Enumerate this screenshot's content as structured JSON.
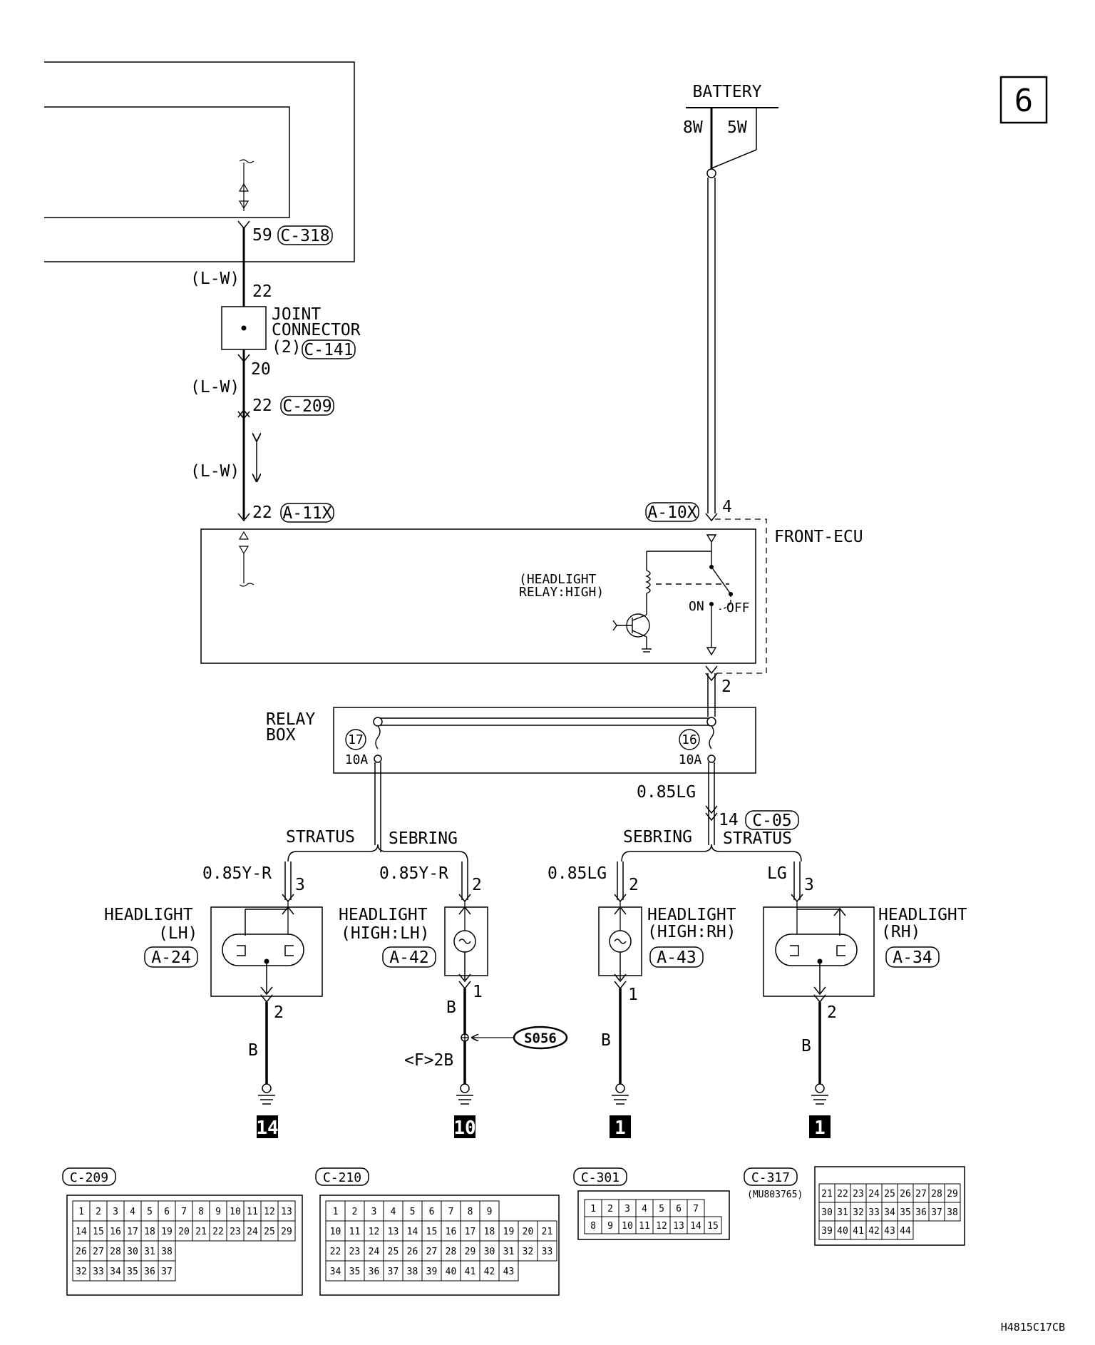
{
  "page": {
    "number": "6",
    "doc_code": "H4815C17CB"
  },
  "top": {
    "wire_pin_c318": "59",
    "conn_c318": "C-318",
    "wire_color_1": "(L-W)",
    "pin_in_jc": "22",
    "jc_line1": "JOINT",
    "jc_line2": "CONNECTOR",
    "jc_line3": "(2)",
    "conn_c141": "C-141",
    "pin_out_jc": "20",
    "wire_color_2": "(L-W)",
    "pin_c209": "22",
    "conn_c209": "C-209",
    "wire_color_3": "(L-W)",
    "pin_a11x": "22",
    "conn_a11x": "A-11X"
  },
  "battery": {
    "label": "BATTERY",
    "fuse_8w": "8W",
    "fuse_5w": "5W"
  },
  "ecu": {
    "conn_a10x": "A-10X",
    "pin_in": "4",
    "name": "FRONT-ECU",
    "relay_line1": "(HEADLIGHT",
    "relay_line2": "RELAY:HIGH)",
    "on": "ON",
    "off": "OFF",
    "pin_out": "2"
  },
  "relay_box": {
    "line1": "RELAY",
    "line2": "BOX",
    "fuse17": "17",
    "fuse16": "16",
    "amp17": "10A",
    "amp16": "10A"
  },
  "lg_wire": {
    "color": "0.85LG",
    "pin": "14",
    "conn": "C-05"
  },
  "variants": {
    "left_a": "STRATUS",
    "left_b": "SEBRING",
    "right_a": "SEBRING",
    "right_b": "STRATUS"
  },
  "lamps": [
    {
      "name1": "HEADLIGHT",
      "name2": "(LH)",
      "conn": "A-24",
      "in_color": "0.85Y-R",
      "in_pin": "3",
      "out_pin": "2",
      "out_color": "B",
      "ground": "14"
    },
    {
      "name1": "HEADLIGHT",
      "name2": "(HIGH:LH)",
      "conn": "A-42",
      "in_color": "0.85Y-R",
      "in_pin": "2",
      "out_pin": "1",
      "out_color": "B",
      "splice": "S056",
      "splice_note": "<F>2B",
      "ground": "10"
    },
    {
      "name1": "HEADLIGHT",
      "name2": "(HIGH:RH)",
      "conn": "A-43",
      "in_color": "0.85LG",
      "in_pin": "2",
      "out_pin": "1",
      "out_color": "B",
      "ground": "1"
    },
    {
      "name1": "HEADLIGHT",
      "name2": "(RH)",
      "conn": "A-34",
      "in_color": "LG",
      "in_pin": "3",
      "out_pin": "2",
      "out_color": "B",
      "ground": "1"
    }
  ],
  "connectors": [
    {
      "id": "C-209"
    },
    {
      "id": "C-210"
    },
    {
      "id": "C-301"
    },
    {
      "id": "C-317",
      "part": "(MU803765)"
    }
  ],
  "c209_rows": [
    [
      "1",
      "2",
      "3",
      "4",
      "5",
      "6",
      "7",
      "8",
      "9",
      "10",
      "11",
      "12",
      "13"
    ],
    [
      "14",
      "15",
      "16",
      "17",
      "18",
      "19",
      "20",
      "21",
      "22",
      "23",
      "24",
      "25",
      "29"
    ],
    [
      "26",
      "27",
      "28",
      "30",
      "31",
      "38"
    ],
    [
      "32",
      "33",
      "34",
      "35",
      "36",
      "37"
    ]
  ],
  "c210_rows": [
    [
      "1",
      "2",
      "3",
      "4",
      "5",
      "6",
      "7",
      "8",
      "9"
    ],
    [
      "10",
      "11",
      "12",
      "13",
      "14",
      "15",
      "16",
      "17",
      "18",
      "19",
      "20",
      "21"
    ],
    [
      "22",
      "23",
      "24",
      "25",
      "26",
      "27",
      "28",
      "29",
      "30",
      "31",
      "32",
      "33"
    ],
    [
      "34",
      "35",
      "36",
      "37",
      "38",
      "39",
      "40",
      "41",
      "42",
      "43"
    ]
  ],
  "c301_rows": [
    [
      "1",
      "2",
      "3",
      "4",
      "5",
      "6",
      "7"
    ],
    [
      "8",
      "9",
      "10",
      "11",
      "12",
      "13",
      "14",
      "15"
    ]
  ],
  "c317_rows": [
    [
      "21",
      "22",
      "23",
      "24",
      "25",
      "26",
      "27",
      "28",
      "29"
    ],
    [
      "30",
      "31",
      "32",
      "33",
      "34",
      "35",
      "36",
      "37",
      "38"
    ],
    [
      "39",
      "40",
      "41",
      "42",
      "43",
      "44"
    ]
  ]
}
